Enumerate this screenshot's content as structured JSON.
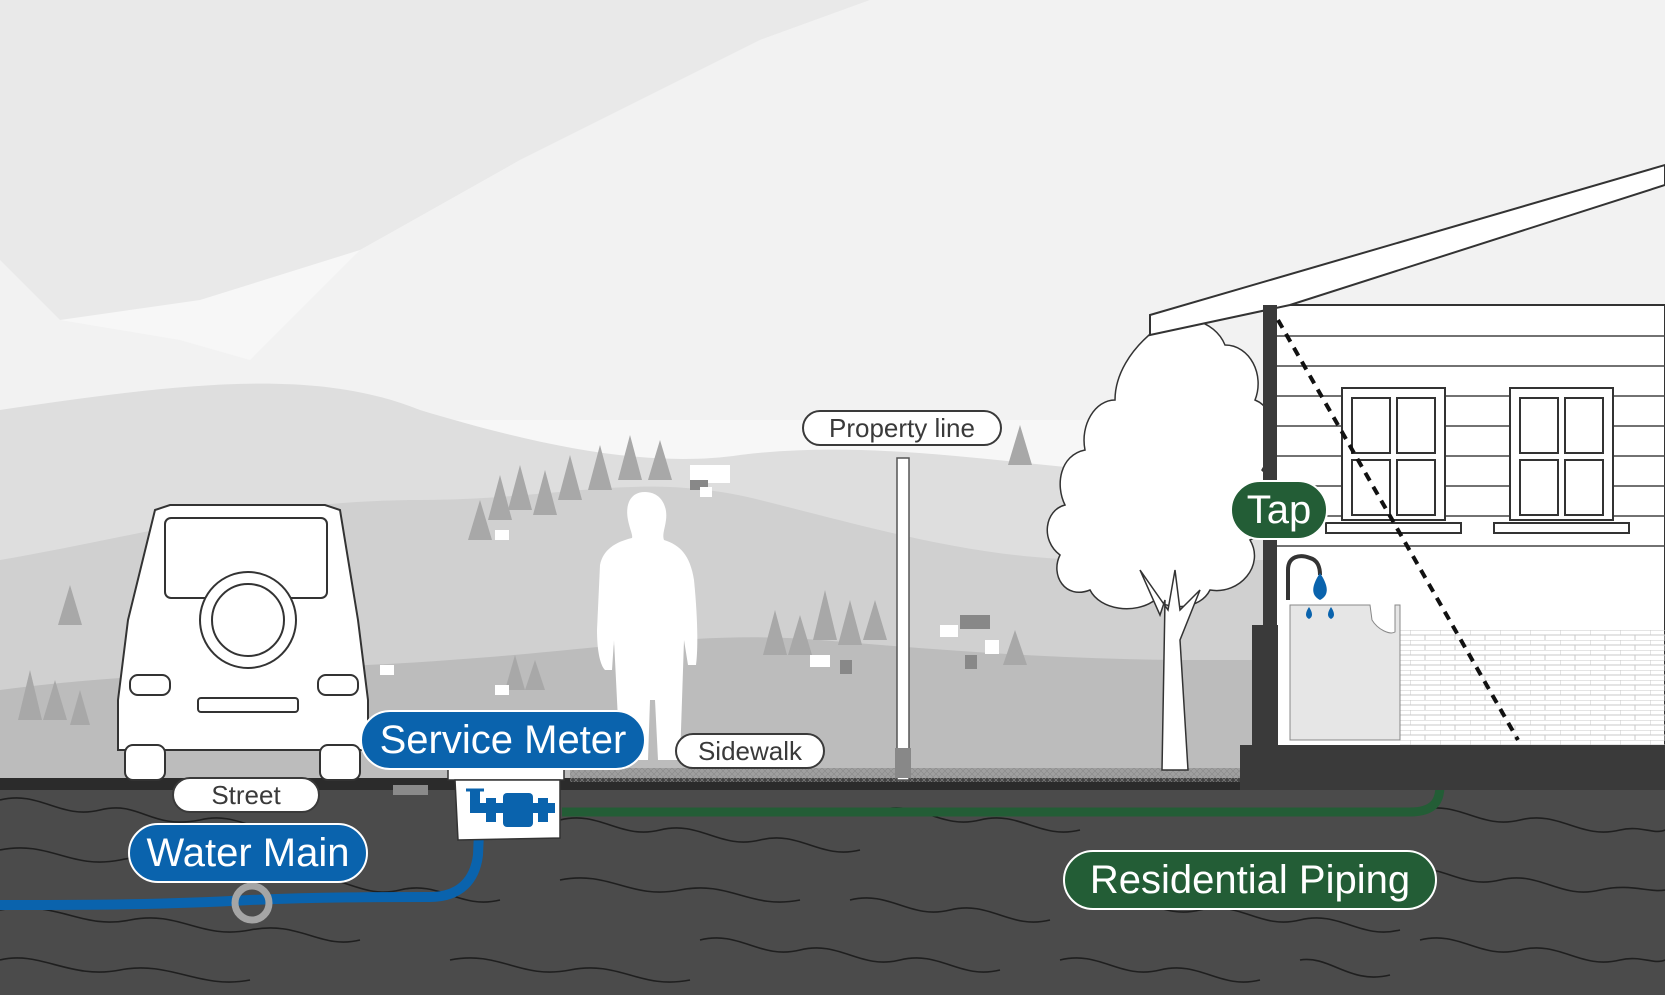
{
  "labels": {
    "property_line": "Property line",
    "street": "Street",
    "sidewalk": "Sidewalk",
    "water_main": "Water Main",
    "service_meter": "Service Meter",
    "tap": "Tap",
    "residential_piping": "Residential Piping"
  },
  "colors": {
    "water_main": "#0a63ad",
    "residential": "#235d36",
    "ground": "#4d4d4d",
    "sky": "#f3f3f3"
  }
}
